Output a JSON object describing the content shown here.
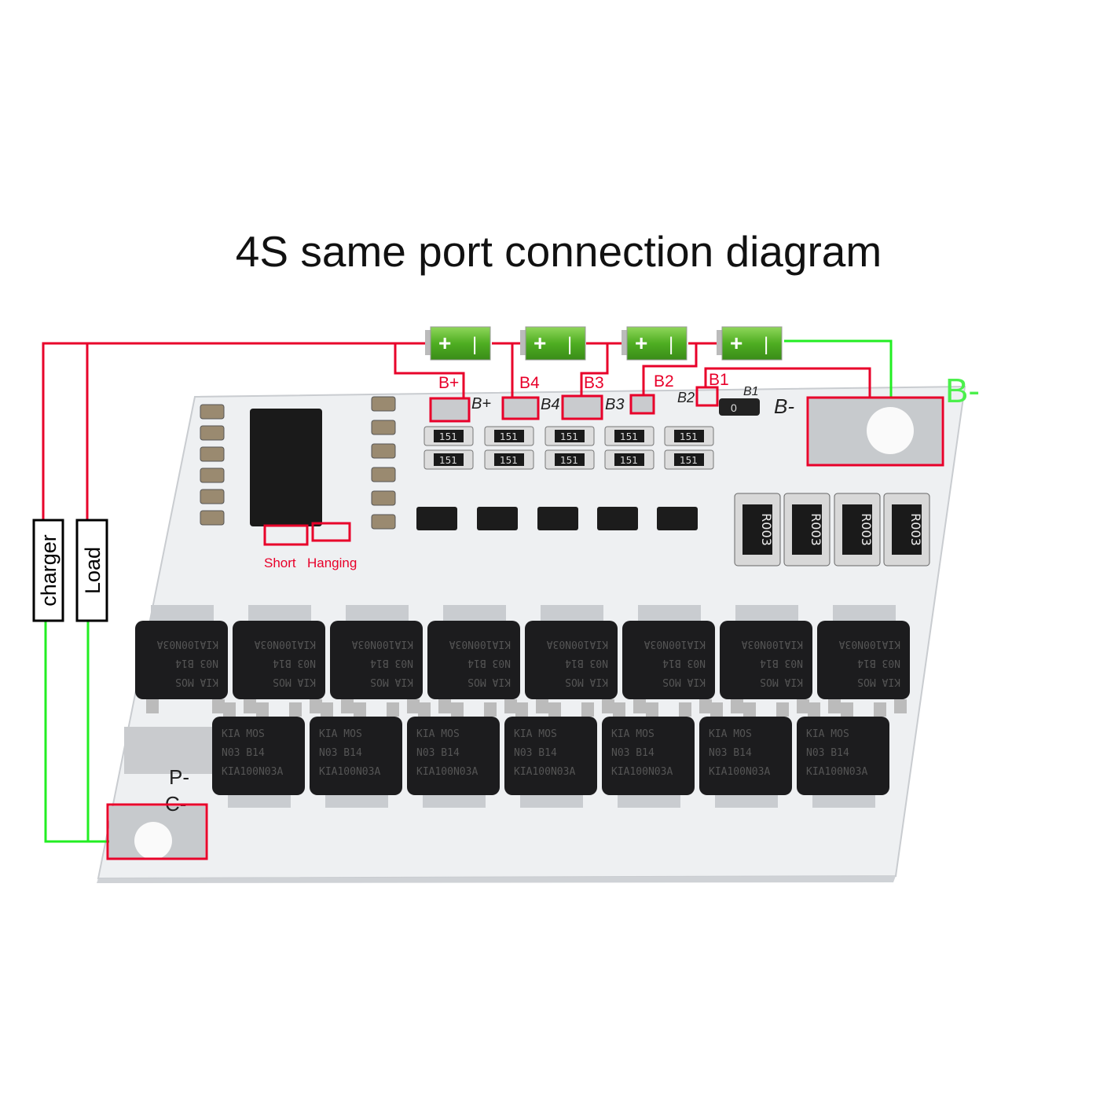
{
  "title": "4S same port connection diagram",
  "labels": {
    "b_plus": "B+",
    "b4": "B4",
    "b3": "B3",
    "b2": "B2",
    "b1": "B1",
    "b_minus": "B-",
    "charger": "charger",
    "load": "Load",
    "short": "Short",
    "hanging": "Hanging"
  },
  "silkscreen": {
    "b_plus": "B+",
    "b4": "B4",
    "b3": "B3",
    "b2": "B2",
    "b1": "B1",
    "b_minus": "B-",
    "p_minus": "P-",
    "c_minus": "C-",
    "resistor_zero": "0"
  },
  "battery": {
    "plus": "+",
    "minus": "|"
  },
  "shunt_resistor": "R003",
  "smd_resistor": "151",
  "mosfet_lines": [
    "KIA   MOS",
    "N03   B14",
    "KIA100N03A"
  ],
  "colors": {
    "wire_red": "#e8002a",
    "wire_green": "#22ee22",
    "label_green": "#4cf04c",
    "battery_green": "#5cb82a",
    "pcb": "#eef0f2",
    "chip": "#1c1c1e"
  }
}
